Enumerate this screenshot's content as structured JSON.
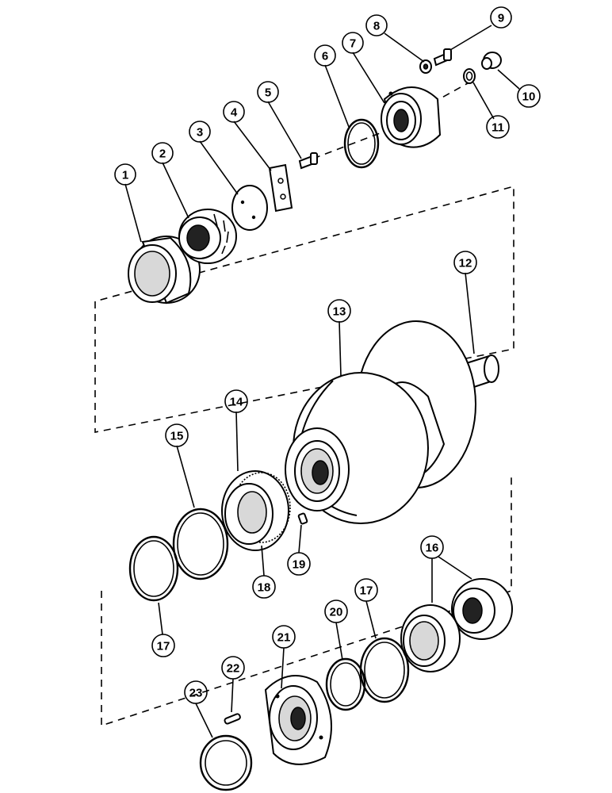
{
  "callouts": [
    "1",
    "2",
    "3",
    "4",
    "5",
    "6",
    "7",
    "8",
    "9",
    "10",
    "11",
    "12",
    "13",
    "14",
    "15",
    "16",
    "17",
    "18",
    "19",
    "20",
    "21",
    "17",
    "22",
    "23"
  ]
}
